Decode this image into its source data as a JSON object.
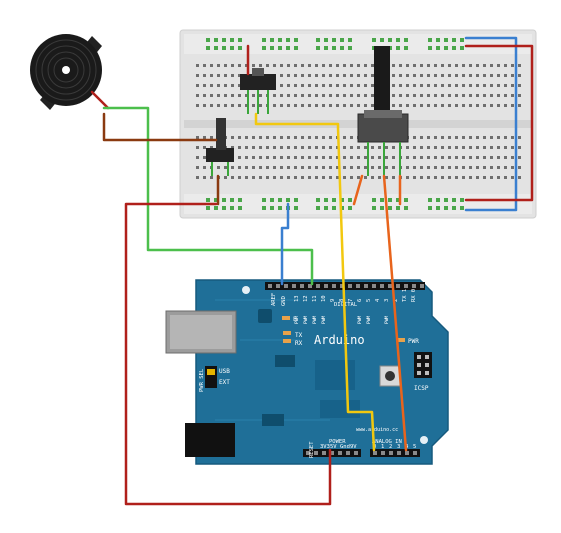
{
  "board": {
    "brand": "Arduino",
    "website": "www.arduino.cc",
    "digital_label": "DIGITAL",
    "analog_label": "ANALOG IN",
    "power_label": "POWER",
    "icsp_label": "ICSP",
    "pwr_led_label": "PWR",
    "led_l_label": "L",
    "tx_label": "TX",
    "rx_label": "RX",
    "usb_label": "USB",
    "ext_label": "EXT",
    "pwr_sel_label": "PWR SEL",
    "reset_label": "RESET",
    "pwm_label": "PWM",
    "aref_label": "AREF",
    "gnd_label": "GND",
    "power_pins": [
      "3V3",
      "5V",
      "Gnd",
      "9V"
    ],
    "analog_pins": [
      "0",
      "1",
      "2",
      "3",
      "4",
      "5"
    ],
    "digital_pins": [
      "13",
      "12",
      "11",
      "10",
      "9",
      "8",
      "7",
      "6",
      "5",
      "4",
      "3",
      "2",
      "TX 1",
      "RX 0"
    ]
  },
  "colors": {
    "board": "#1f6f98",
    "board_dark": "#165a7e",
    "breadboard": "#e3e3e3",
    "rail_green": "#6fb86f",
    "wire_red": "#b0201b",
    "wire_green": "#4cbf4c",
    "wire_blue": "#3a7fd0",
    "wire_brown": "#8a3a10",
    "wire_yellow": "#f2c80f",
    "wire_orange": "#e8641c"
  },
  "components": [
    "piezo-buzzer",
    "slide-switch",
    "pushbutton",
    "potentiometer"
  ]
}
